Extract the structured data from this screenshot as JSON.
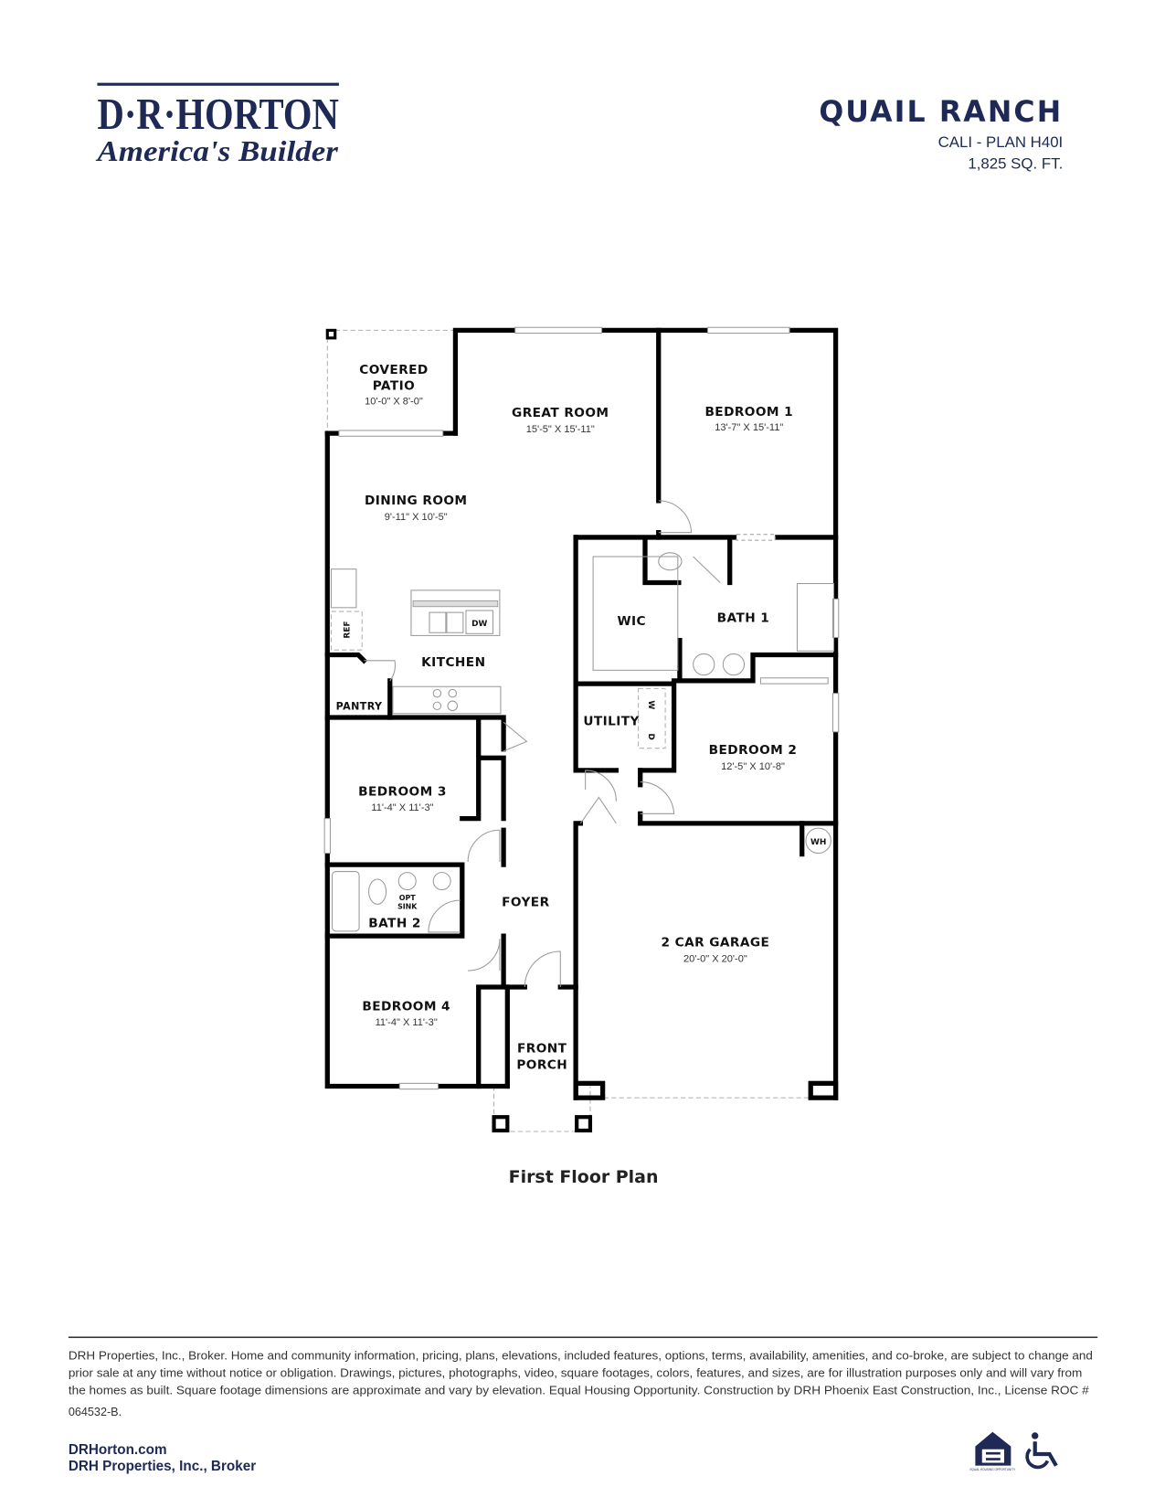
{
  "header": {
    "brand": "D·R·HORTON",
    "tagline": "America's Builder",
    "community": "QUAIL RANCH",
    "plan": "CALI - PLAN H40I",
    "sqft": "1,825 SQ. FT."
  },
  "rooms": [
    {
      "name_lines": [
        "COVERED",
        "PATIO"
      ],
      "dims": "10'-0\" X 8'-0\""
    },
    {
      "name": "GREAT ROOM",
      "dims": "15'-5\" X 15'-11\""
    },
    {
      "name": "BEDROOM 1",
      "dims": "13'-7\" X 15'-11\""
    },
    {
      "name": "DINING ROOM",
      "dims": "9'-11\" X 10'-5\""
    },
    {
      "name": "KITCHEN"
    },
    {
      "name": "PANTRY"
    },
    {
      "name": "WIC"
    },
    {
      "name": "BATH 1"
    },
    {
      "name": "UTILITY"
    },
    {
      "name": "BEDROOM 2",
      "dims": "12'-5\" X 10'-8\""
    },
    {
      "name": "BEDROOM 3",
      "dims": "11'-4\" X 11'-3\""
    },
    {
      "name": "BATH 2"
    },
    {
      "name": "FOYER"
    },
    {
      "name": "2 CAR GARAGE",
      "dims": "20'-0\" X 20'-0\""
    },
    {
      "name": "BEDROOM 4",
      "dims": "11'-4\" X 11'-3\""
    },
    {
      "name_lines": [
        "FRONT",
        "PORCH"
      ]
    }
  ],
  "fixtures": {
    "ref": "REF",
    "dw": "DW",
    "washer": "W",
    "dryer": "D",
    "water_heater": "WH",
    "opt_sink_lines": [
      "OPT",
      "SINK"
    ]
  },
  "caption": "First Floor Plan",
  "disclaimer_lines": [
    "DRH Properties, Inc., Broker. Home and community information, pricing, plans, elevations, included features, options, terms, availability, amenities, and co-broke, are subject to change and",
    "prior sale at any time without notice or obligation. Drawings, pictures, photographs, video, square footages, colors, features, and sizes, are for illustration purposes only and will vary from",
    "the homes as built. Square footage dimensions are approximate and vary by elevation. Equal Housing Opportunity. Construction by DRH Phoenix East Construction, Inc., License ROC #",
    "064532-B."
  ],
  "footer": {
    "website": "DRHorton.com",
    "broker": "DRH Properties, Inc., Broker",
    "eho_text": "EQUAL HOUSING OPPORTUNITY"
  },
  "colors": {
    "brand_navy": "#1e2a55",
    "wall": "#000000"
  },
  "icons": [
    "equal-housing-icon",
    "accessibility-icon"
  ]
}
